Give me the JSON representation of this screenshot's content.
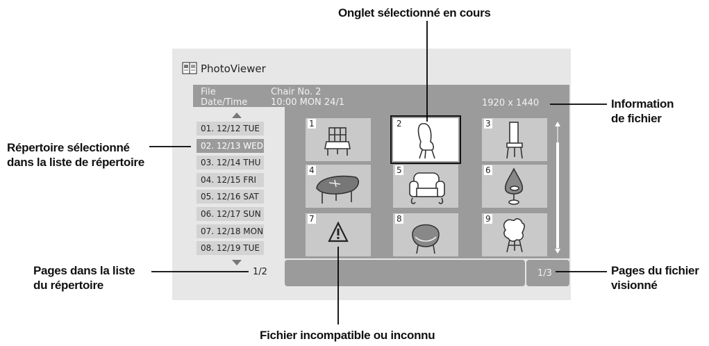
{
  "app": {
    "title": "PhotoViewer"
  },
  "file_info": {
    "file_label": "File",
    "file_value": "Chair No. 2",
    "datetime_label": "Date/Time",
    "datetime_value": "10:00 MON 24/1",
    "resolution": "1920 x 1440"
  },
  "directories": [
    {
      "label": "01. 12/12 TUE",
      "selected": false
    },
    {
      "label": "02. 12/13 WED",
      "selected": true
    },
    {
      "label": "03. 12/14 THU",
      "selected": false
    },
    {
      "label": "04. 12/15 FRI",
      "selected": false
    },
    {
      "label": "05. 12/16 SAT",
      "selected": false
    },
    {
      "label": "06. 12/17 SUN",
      "selected": false
    },
    {
      "label": "07. 12/18 MON",
      "selected": false
    },
    {
      "label": "08. 12/19 TUE",
      "selected": false
    }
  ],
  "directory_page": "1/2",
  "file_page": "1/3",
  "thumbnails": [
    {
      "number": "1",
      "icon": "lounge-chair-icon",
      "selected": false
    },
    {
      "number": "2",
      "icon": "curved-chair-icon",
      "selected": true
    },
    {
      "number": "3",
      "icon": "tall-chair-icon",
      "selected": false
    },
    {
      "number": "4",
      "icon": "oval-table-icon",
      "selected": false
    },
    {
      "number": "5",
      "icon": "sofa-chair-icon",
      "selected": false
    },
    {
      "number": "6",
      "icon": "drop-chair-icon",
      "selected": false
    },
    {
      "number": "7",
      "icon": "warning-icon",
      "selected": false
    },
    {
      "number": "8",
      "icon": "round-chair-icon",
      "selected": false
    },
    {
      "number": "9",
      "icon": "flower-chair-icon",
      "selected": false
    }
  ],
  "callouts": {
    "selected_tab": "Onglet sélectionné en cours",
    "file_info_line1": "Information",
    "file_info_line2": "de fichier",
    "selected_dir_line1": "Répertoire sélectionné",
    "selected_dir_line2": "dans la liste de répertoire",
    "dir_pages_line1": "Pages dans la liste",
    "dir_pages_line2": "du répertoire",
    "file_pages_line1": "Pages du fichier",
    "file_pages_line2": "visionné",
    "incompatible": "Fichier incompatible ou inconnu"
  },
  "colors": {
    "panel": "#9b9b9b",
    "screen_bg": "#e7e7e7",
    "dir_item": "#d3d3d3",
    "thumb_bg": "#c9c9c9"
  }
}
